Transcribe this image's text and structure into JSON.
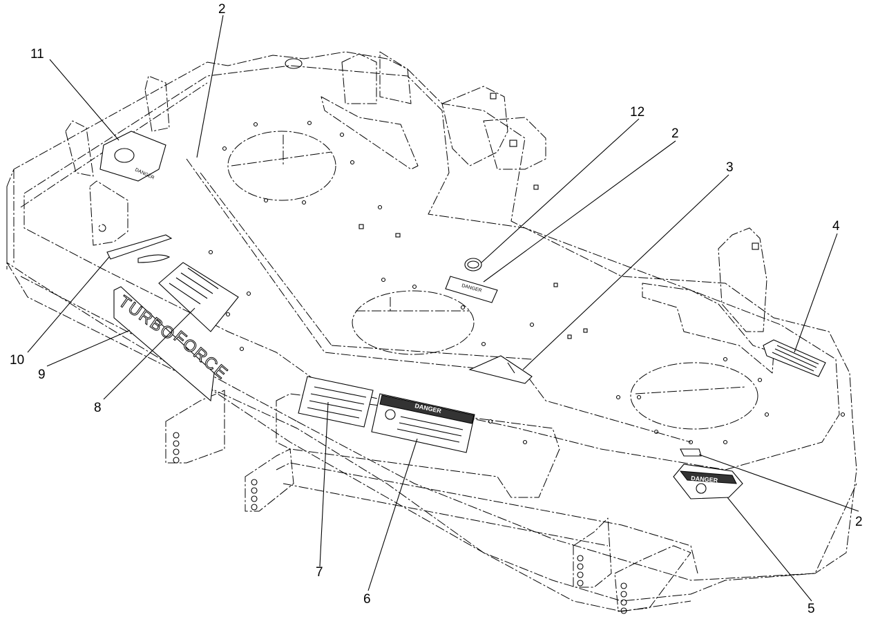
{
  "callouts": [
    {
      "num": "2"
    },
    {
      "num": "11"
    },
    {
      "num": "12"
    },
    {
      "num": "2"
    },
    {
      "num": "3"
    },
    {
      "num": "4"
    },
    {
      "num": "10"
    },
    {
      "num": "9"
    },
    {
      "num": "8"
    },
    {
      "num": "7"
    },
    {
      "num": "6"
    },
    {
      "num": "2"
    },
    {
      "num": "5"
    }
  ],
  "decals": {
    "brand_word_1": "TURBO",
    "brand_word_2": "FORCE",
    "danger_small": "DANGER",
    "danger_main": "DANGER",
    "danger_badge": "DANGER",
    "danger_tag": "DANGER"
  }
}
